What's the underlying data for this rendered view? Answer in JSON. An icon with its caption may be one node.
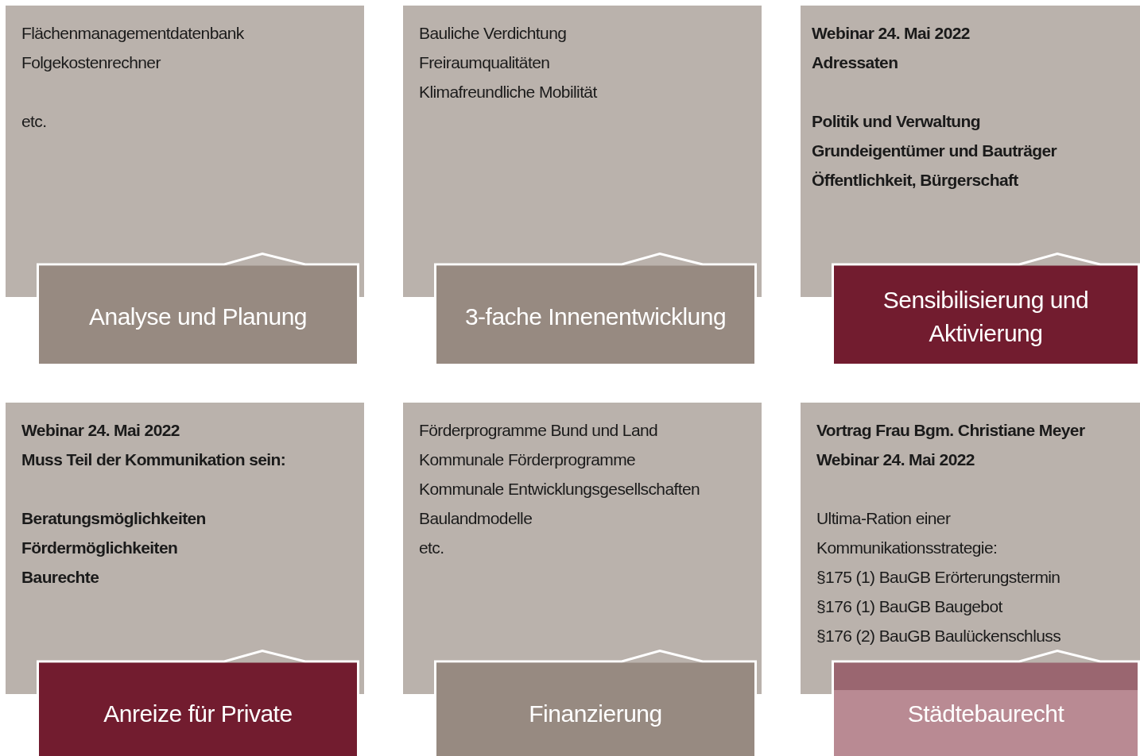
{
  "diagram": {
    "nodes": [
      {
        "text": [
          "Flächenmanagementdatenbank",
          "Folgekostenrechner",
          "etc."
        ]
      },
      {
        "text": [
          "Analyse und Planung"
        ]
      },
      {
        "text": [
          "Bauliche Verdichtung",
          "Freiraumqualitäten",
          "Klimafreundliche Mobilität"
        ]
      },
      {
        "text": [
          "3-fache Innenentwicklung"
        ]
      },
      {
        "text": [
          "Webinar 24. Mai 2022",
          "Adressaten",
          "Politik und Verwaltung",
          "Grundeigentümer und Bauträger",
          "Öffentlichkeit, Bürgerschaft"
        ]
      },
      {
        "text": [
          "Sensibilisierung und Aktivierung"
        ]
      },
      {
        "text": [
          "Webinar 24. Mai 2022",
          "Muss Teil der Kommunikation sein:",
          "Beratungsmöglichkeiten",
          "Fördermöglichkeiten",
          "Baurechte"
        ]
      },
      {
        "text": [
          "Anreize für Private"
        ]
      },
      {
        "text": [
          "Förderprogramme Bund und Land",
          "Kommunale Förderprogramme",
          "Kommunale Entwicklungsgesellschaften",
          "Baulandmodelle",
          "etc."
        ]
      },
      {
        "text": [
          "Finanzierung"
        ]
      },
      {
        "text": [
          "Vortrag Frau Bgm. Christiane Meyer",
          "Webinar 24. Mai 2022",
          "Ultima-Ration einer Kommunikationsstrategie:",
          "§175 (1) BauGB Erörterungstermin",
          "§176 (1) BauGB Baugebot",
          "§176 (2) BauGB Baulückenschluss"
        ]
      },
      {
        "text": [
          "Städtebaurecht"
        ]
      }
    ],
    "edges": []
  }
}
